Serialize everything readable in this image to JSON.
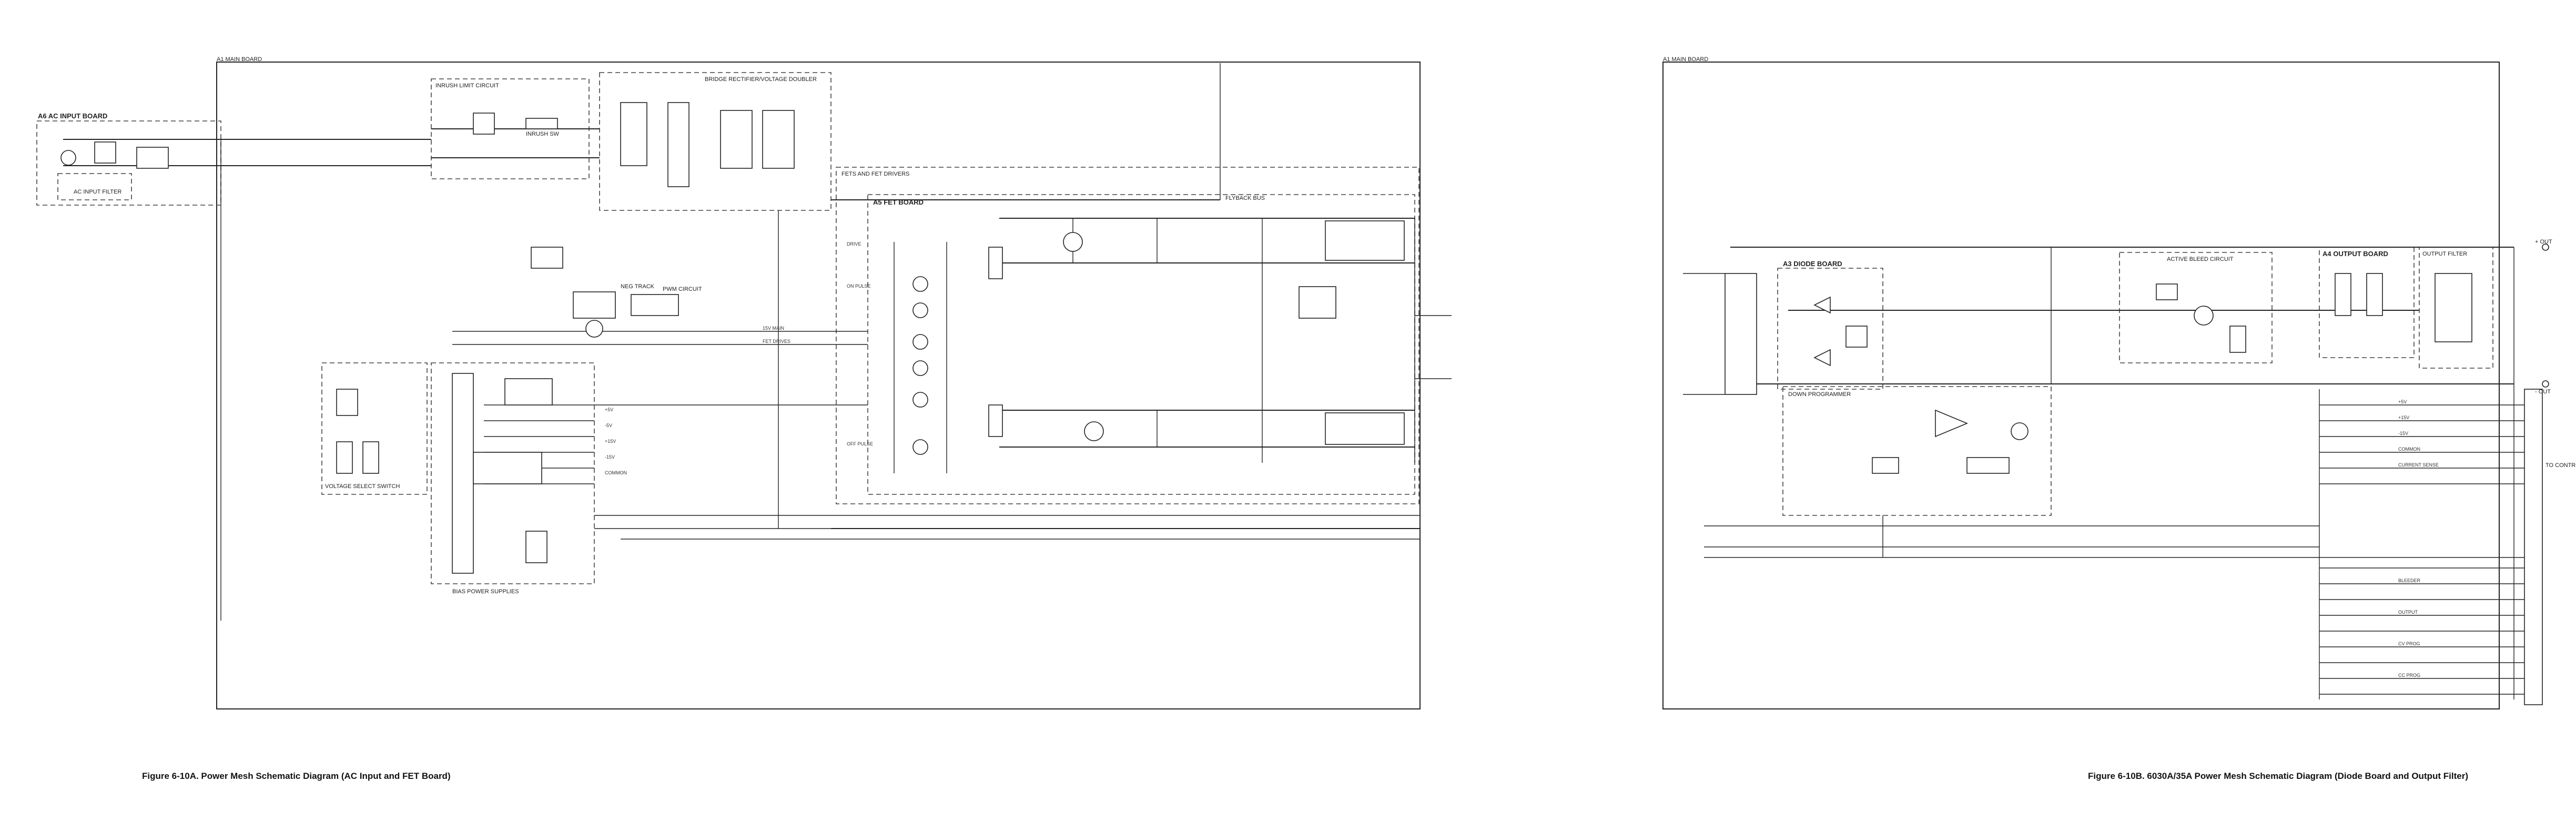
{
  "figure_a": {
    "sheet_tag": "A1 MAIN BOARD",
    "caption": "Figure 6-10A. Power Mesh Schematic Diagram (AC Input and FET Board)",
    "blocks": {
      "ac_input_board": "A6 AC INPUT BOARD",
      "ac_input_filter": "AC INPUT FILTER",
      "inrush_limit": "INRUSH LIMIT CIRCUIT",
      "bridge_rectifier": "BRIDGE RECTIFIER/VOLTAGE DOUBLER",
      "fet_drivers": "FETS AND FET DRIVERS",
      "fet_board": "A5 FET BOARD",
      "bias_power": "BIAS POWER SUPPLIES",
      "voltage_select": "VOLTAGE SELECT SWITCH",
      "neg_track": "NEG TRACK",
      "pwm_circuit": "PWM CIRCUIT",
      "flyback_bus": "FLYBACK BUS",
      "inrush_switch": "INRUSH SW"
    },
    "net_labels": [
      "+5V",
      "-5V",
      "+15V",
      "-15V",
      "COMMON",
      "DRIVE",
      "OFF PULSE",
      "ON PULSE",
      "15V MAIN",
      "FET DRIVES"
    ]
  },
  "figure_b": {
    "sheet_tag": "A1 MAIN BOARD",
    "caption": "Figure 6-10B. 6030A/35A Power Mesh Schematic Diagram (Diode Board and Output Filter)",
    "blocks": {
      "diode_board": "A3 DIODE BOARD",
      "down_programmer": "DOWN PROGRAMMER",
      "active_bleed": "ACTIVE BLEED CIRCUIT",
      "output_board": "A4 OUTPUT BOARD",
      "output_filter": "OUTPUT FILTER",
      "control_section": "TO CONTROL SECTION",
      "out_pos": "+ OUT",
      "out_neg": "- OUT"
    },
    "net_labels": [
      "+5V",
      "+15V",
      "-15V",
      "COMMON",
      "CURRENT SENSE",
      "BLEEDER",
      "OUTPUT",
      "CV PROG",
      "CC PROG"
    ]
  }
}
